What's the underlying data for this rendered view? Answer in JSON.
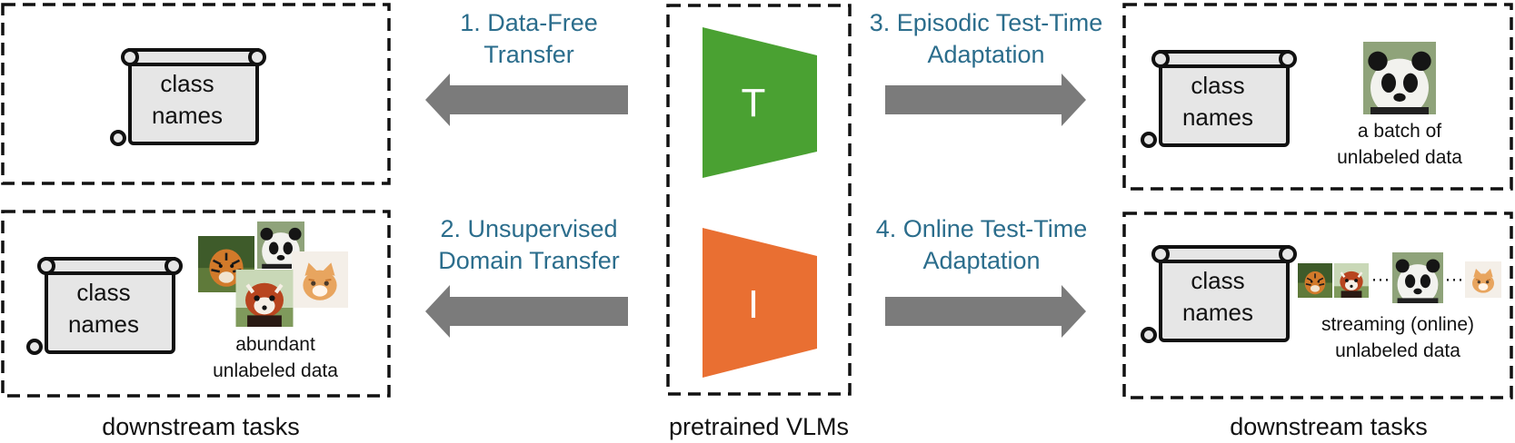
{
  "captions": {
    "left": "downstream tasks",
    "center": "pretrained VLMs",
    "right": "downstream tasks"
  },
  "methods": {
    "m1": [
      "1. Data-Free",
      "Transfer"
    ],
    "m2": [
      "2. Unsupervised",
      "Domain Transfer"
    ],
    "m3": [
      "3. Episodic Test-Time",
      "Adaptation"
    ],
    "m4": [
      "4. Online Test-Time",
      "Adaptation"
    ]
  },
  "scroll_label": [
    "class",
    "names"
  ],
  "encoders": {
    "text": {
      "label": "T",
      "color": "#4aa132"
    },
    "image": {
      "label": "I",
      "color": "#e96f32"
    }
  },
  "data_labels": {
    "abundant": [
      "abundant",
      "unlabeled data"
    ],
    "batch": [
      "a batch of",
      "unlabeled data"
    ],
    "streaming": [
      "streaming (online)",
      "unlabeled data"
    ]
  },
  "dots": "···",
  "images": [
    "tiger",
    "panda",
    "red-panda",
    "kitten"
  ],
  "colors": {
    "arrow": "#7b7b7b",
    "method_text": "#2b6d8c",
    "scroll_fill": "#e6e6e6"
  }
}
